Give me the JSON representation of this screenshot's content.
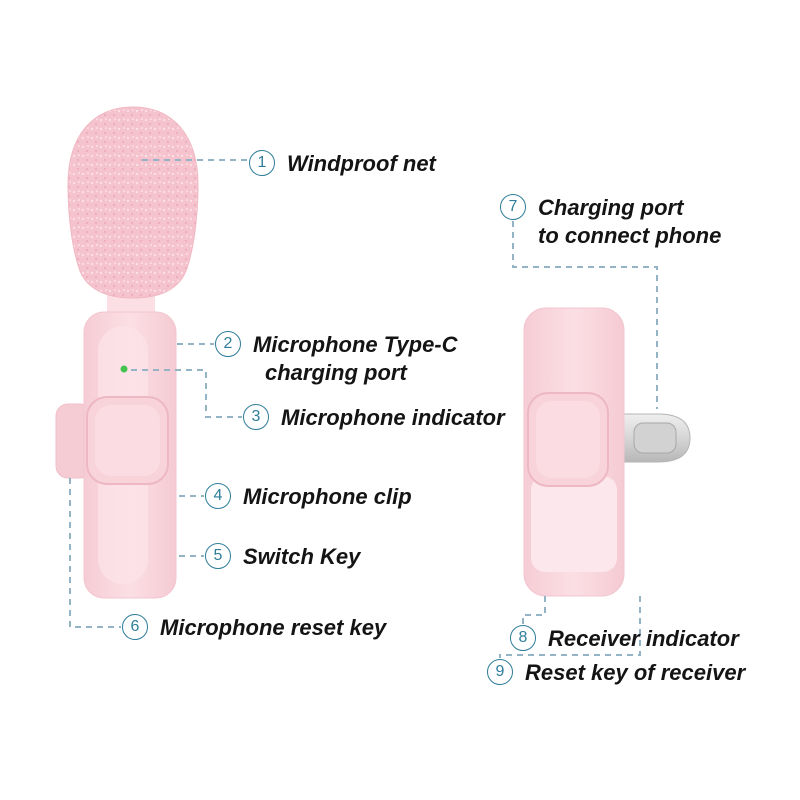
{
  "diagram": {
    "type": "product-annotation",
    "product": "wireless lavalier microphone and receiver",
    "colors": {
      "foam_pink": "#f5c3cd",
      "body_pink": "#f9d8de",
      "clip_pink": "#f8d3da",
      "accent_blue": "#2e7d9a",
      "connector_blue": "#94b4c6",
      "indicator_green": "#43c24e",
      "plug_silver": "#d6d6d6",
      "text": "#141414"
    },
    "callouts": [
      {
        "num": "1",
        "lines": [
          "Windproof net"
        ]
      },
      {
        "num": "2",
        "lines": [
          "Microphone Type-C",
          "charging port"
        ]
      },
      {
        "num": "3",
        "lines": [
          "Microphone indicator"
        ]
      },
      {
        "num": "4",
        "lines": [
          "Microphone clip"
        ]
      },
      {
        "num": "5",
        "lines": [
          "Switch Key"
        ]
      },
      {
        "num": "6",
        "lines": [
          "Microphone reset key"
        ]
      },
      {
        "num": "7",
        "lines": [
          "Charging port",
          "to connect phone"
        ]
      },
      {
        "num": "8",
        "lines": [
          "Receiver indicator"
        ]
      },
      {
        "num": "9",
        "lines": [
          "Reset key of receiver"
        ]
      }
    ]
  }
}
